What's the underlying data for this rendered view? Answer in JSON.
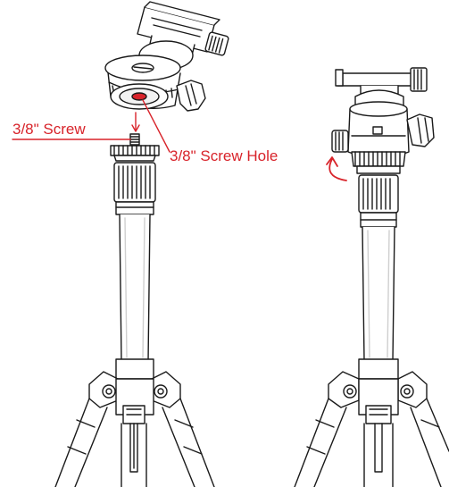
{
  "annotations": {
    "screw_label": "3/8\" Screw",
    "screw_hole_label": "3/8\" Screw Hole"
  },
  "colors": {
    "annotation": "#d8232a",
    "line": "#1a1a1a",
    "fill": "#ffffff",
    "shade": "#e8e8e8"
  },
  "figures": [
    {
      "name": "tripod-assembly-step-1",
      "state": "ball head separated above tripod"
    },
    {
      "name": "tripod-assembly-step-2",
      "state": "ball head mounted, rotate to tighten"
    }
  ]
}
